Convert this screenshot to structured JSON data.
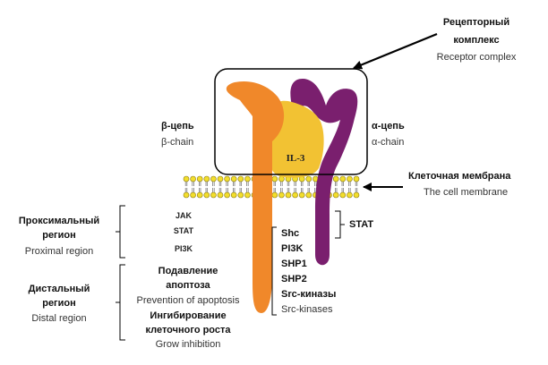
{
  "receptor_complex": {
    "ru": "Рецепторный комплекс",
    "ru_line1": "Рецепторный",
    "ru_line2": "комплекс",
    "en": "Receptor complex"
  },
  "beta_chain": {
    "ru": "β-цепь",
    "en": "β-chain"
  },
  "alpha_chain": {
    "ru": "α-цепь",
    "en": "α-chain"
  },
  "il3": "IL-3",
  "cell_membrane": {
    "ru": "Клеточная мембрана",
    "en": "The cell membrane"
  },
  "proximal_region": {
    "ru_line1": "Проксимальный",
    "ru_line2": "регион",
    "en": "Proximal region"
  },
  "distal_region": {
    "ru_line1": "Дистальный",
    "ru_line2": "регион",
    "en": "Distal region"
  },
  "proximal_items": [
    "JAK",
    "STAT",
    "PI3K"
  ],
  "stat_label": "STAT",
  "right_items": [
    "Shc",
    "PI3K",
    "SHP1",
    "SHP2",
    "Src-киназы"
  ],
  "src_kinases_en": "Src-kinases",
  "apoptosis": {
    "ru_line1": "Подавление",
    "ru_line2": "апоптоза",
    "en": "Prevention of apoptosis"
  },
  "growth": {
    "ru_line1": "Ингибирование",
    "ru_line2": "клеточного роста",
    "en": "Grow inhibition"
  },
  "colors": {
    "beta": "#f0882a",
    "alpha": "#7a1f6e",
    "il3": "#f2c233",
    "lipid_head": "#f3de2c",
    "lipid_outline": "#8a7a10",
    "tail": "#7c7c7c",
    "black": "#000000"
  }
}
